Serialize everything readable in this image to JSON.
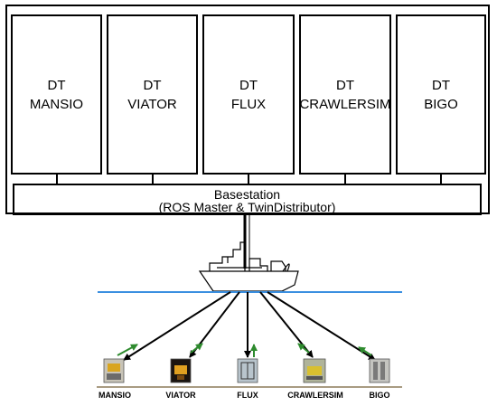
{
  "digital_twins": [
    {
      "label": "DT\nMANSIO"
    },
    {
      "label": "DT\nVIATOR"
    },
    {
      "label": "DT\nFLUX"
    },
    {
      "label": "DT\nCRAWLERSIM"
    },
    {
      "label": "DT\nBIGO"
    }
  ],
  "basestation": {
    "title": "Basestation",
    "subtitle": "(ROS Master & TwinDistributor)"
  },
  "vehicles": [
    {
      "label": "MANSIO"
    },
    {
      "label": "VIATOR"
    },
    {
      "label": "FLUX"
    },
    {
      "label": "CRAWLERSIM"
    },
    {
      "label": "BIGO"
    }
  ],
  "colors": {
    "sea_surface": "#3a8fe0",
    "seafloor": "#a89b82",
    "uplink_arrow": "#2e8b2e",
    "downlink_arrow": "#000000"
  }
}
